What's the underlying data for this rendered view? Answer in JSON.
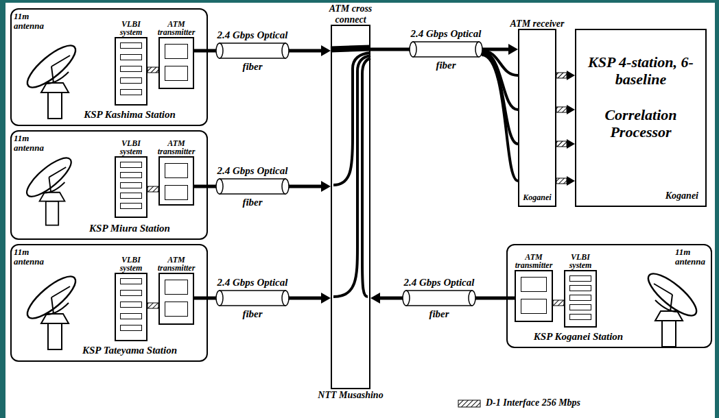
{
  "diagram": {
    "nodes": [
      {
        "text": [
          "KSP Kashima Station"
        ]
      },
      {
        "text": [
          "VLBI system"
        ],
        "in": 0
      },
      {
        "text": [
          "ATM transmitter"
        ],
        "in": 0
      },
      {
        "text": [
          "KSP Miura Station"
        ]
      },
      {
        "text": [
          "VLBI system"
        ],
        "in": 3
      },
      {
        "text": [
          "ATM transmitter"
        ],
        "in": 3
      },
      {
        "text": [
          "KSP Tateyama Station"
        ]
      },
      {
        "text": [
          "VLBI system"
        ],
        "in": 6
      },
      {
        "text": [
          "ATM transmitter"
        ],
        "in": 6
      },
      {
        "text": [
          "ATM cross connect",
          "NTT Musashino"
        ]
      },
      {
        "text": [
          "ATM receiver",
          "Koganei"
        ]
      },
      {
        "text": [
          "KSP 4-station, 6-baseline",
          "Correlation Processor",
          "Koganei"
        ]
      },
      {
        "text": [
          "KSP Koganei Station"
        ]
      },
      {
        "text": [
          "ATM transmitter"
        ],
        "in": 12
      },
      {
        "text": [
          "VLBI system"
        ],
        "in": 12
      }
    ],
    "edges": [
      {
        "from": 1,
        "to": 2,
        "arrow": "none"
      },
      {
        "from": 4,
        "to": 5,
        "arrow": "none"
      },
      {
        "from": 7,
        "to": 8,
        "arrow": "none"
      },
      {
        "from": 14,
        "to": 13,
        "arrow": "none"
      },
      {
        "from": 2,
        "to": 9,
        "arrow": "to",
        "label": "2.4 Gbps Optical fiber"
      },
      {
        "from": 5,
        "to": 9,
        "arrow": "to",
        "label": "2.4 Gbps Optical fiber"
      },
      {
        "from": 8,
        "to": 9,
        "arrow": "to",
        "label": "2.4 Gbps Optical fiber"
      },
      {
        "from": 13,
        "to": 9,
        "arrow": "to",
        "label": "2.4 Gbps Optical fiber"
      },
      {
        "from": 9,
        "to": 10,
        "arrow": "to",
        "label": "2.4 Gbps Optical fiber"
      },
      {
        "from": 10,
        "to": 11,
        "arrow": "to"
      },
      {
        "from": 10,
        "to": 11,
        "arrow": "to"
      },
      {
        "from": 10,
        "to": 11,
        "arrow": "to"
      },
      {
        "from": 10,
        "to": 11,
        "arrow": "to"
      }
    ],
    "labels": [
      "11m antenna",
      "11m antenna",
      "11m antenna",
      "11m antenna"
    ],
    "legend": [
      {
        "text": "D-1 Interface 256 Mbps"
      }
    ]
  }
}
